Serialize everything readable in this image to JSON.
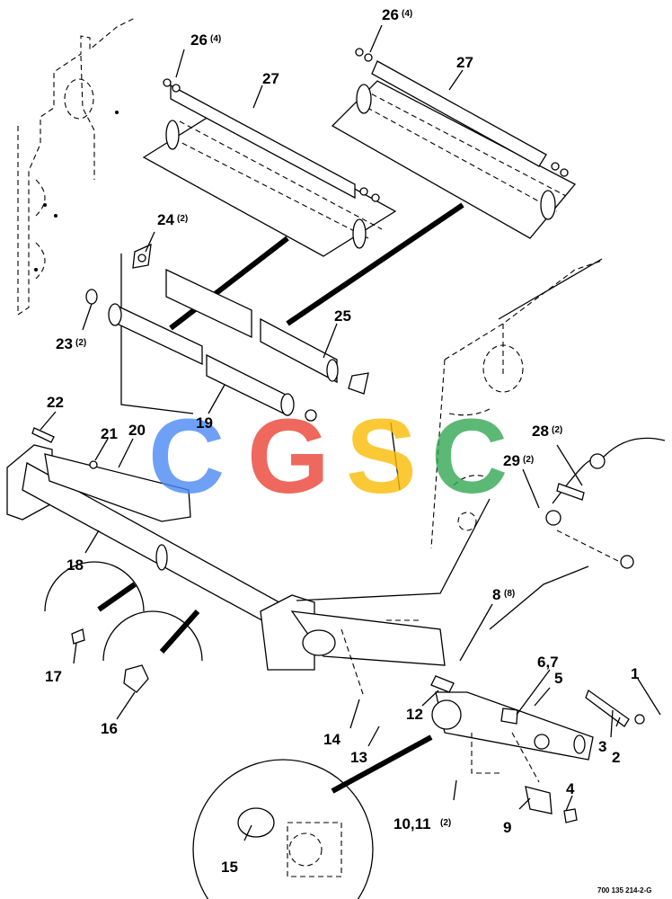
{
  "diagram": {
    "watermark": {
      "letters": [
        {
          "char": "C",
          "color": "#4A8AF4"
        },
        {
          "char": "G",
          "color": "#EA4335"
        },
        {
          "char": "S",
          "color": "#FBBC05"
        },
        {
          "char": "C",
          "color": "#34A853"
        }
      ]
    },
    "callouts": {
      "c1": {
        "num": "1",
        "qty": ""
      },
      "c2": {
        "num": "2",
        "qty": ""
      },
      "c3": {
        "num": "3",
        "qty": ""
      },
      "c4": {
        "num": "4",
        "qty": ""
      },
      "c5": {
        "num": "5",
        "qty": ""
      },
      "c67": {
        "num": "6,7",
        "qty": ""
      },
      "c8": {
        "num": "8",
        "qty": "(8)"
      },
      "c9": {
        "num": "9",
        "qty": ""
      },
      "c1011": {
        "num": "10,11",
        "qty": "(2)"
      },
      "c12": {
        "num": "12",
        "qty": ""
      },
      "c13": {
        "num": "13",
        "qty": ""
      },
      "c14": {
        "num": "14",
        "qty": ""
      },
      "c15": {
        "num": "15",
        "qty": ""
      },
      "c16": {
        "num": "16",
        "qty": ""
      },
      "c17": {
        "num": "17",
        "qty": ""
      },
      "c18": {
        "num": "18",
        "qty": ""
      },
      "c19": {
        "num": "19",
        "qty": ""
      },
      "c20": {
        "num": "20",
        "qty": ""
      },
      "c21": {
        "num": "21",
        "qty": ""
      },
      "c22": {
        "num": "22",
        "qty": ""
      },
      "c23": {
        "num": "23",
        "qty": "(2)"
      },
      "c24": {
        "num": "24",
        "qty": "(2)"
      },
      "c25": {
        "num": "25",
        "qty": ""
      },
      "c26a": {
        "num": "26",
        "qty": "(4)"
      },
      "c26b": {
        "num": "26",
        "qty": "(4)"
      },
      "c27a": {
        "num": "27",
        "qty": ""
      },
      "c27b": {
        "num": "27",
        "qty": ""
      },
      "c28": {
        "num": "28",
        "qty": "(2)"
      },
      "c29": {
        "num": "29",
        "qty": "(2)"
      }
    },
    "drawing_code": "700 135 214-2-G"
  }
}
